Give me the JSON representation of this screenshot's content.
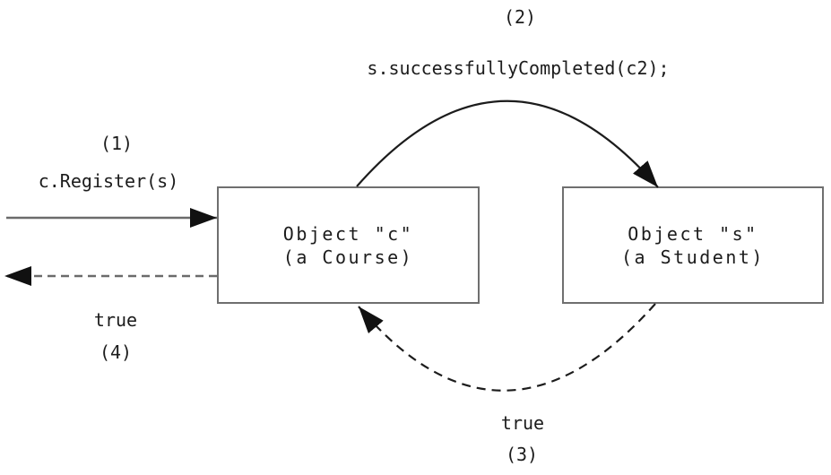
{
  "diagram": {
    "title_hint": "object interaction sequence between a Course object and a Student object",
    "boxes": {
      "course": {
        "line1": "Object \"c\"",
        "line2": "(a Course)"
      },
      "student": {
        "line1": "Object \"s\"",
        "line2": "(a Student)"
      }
    },
    "steps": {
      "s1": {
        "num": "(1)",
        "label": "c.Register(s)",
        "style": "solid arrow into course box"
      },
      "s2": {
        "num": "(2)",
        "label": "s.successfullyCompleted(c2);",
        "style": "solid arc from course to student"
      },
      "s3": {
        "num": "(3)",
        "label": "true",
        "style": "dashed return arc from student to course"
      },
      "s4": {
        "num": "(4)",
        "label": "true",
        "style": "dashed return arrow out of course box"
      }
    },
    "colors": {
      "background": "#ffffff",
      "text": "#1c1c1c",
      "box_border": "#6f6f6f",
      "line_gray": "#6b6b6b",
      "line_black": "#1c1c1c",
      "arrowhead": "#111111"
    }
  }
}
